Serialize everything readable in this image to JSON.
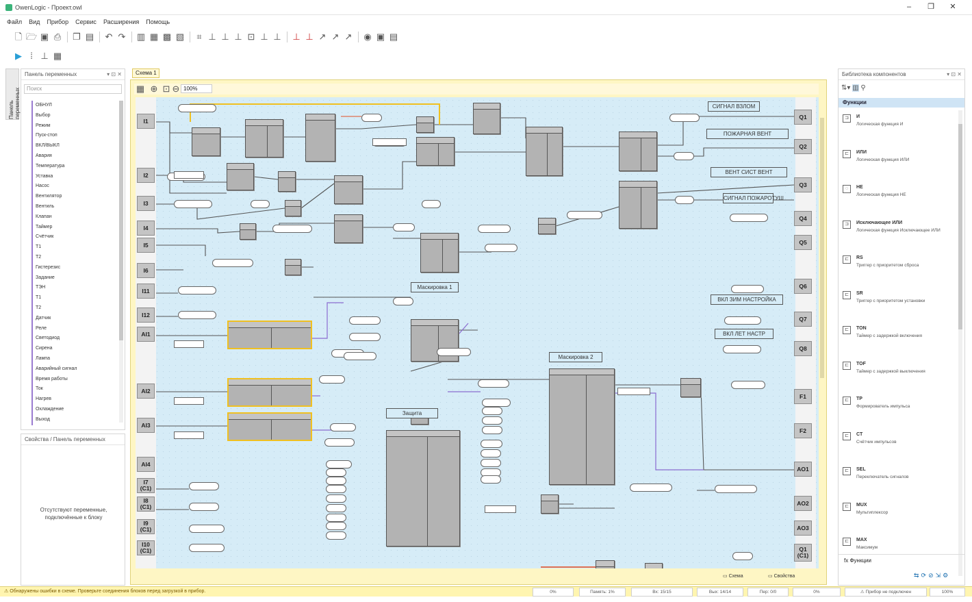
{
  "window": {
    "title": "OwenLogic - Проект.owl",
    "controls": [
      "‒",
      "❐",
      "✕"
    ]
  },
  "menu": [
    "Файл",
    "Вид",
    "Прибор",
    "Сервис",
    "Расширения",
    "Помощь"
  ],
  "left_panel": {
    "title": "Панель переменных",
    "search_placeholder": "Поиск",
    "items": [
      "ОБНУЛ",
      "Выбор",
      "Режим",
      "Пуск-стоп",
      "ВКЛ/ВЫКЛ",
      "Авария",
      "Температура",
      "Уставка",
      "Насос",
      "Вентилятор",
      "Вентиль",
      "Клапан",
      "Таймер",
      "Счётчик",
      "T1",
      "T2",
      "Гистерезис",
      "Задание",
      "ТЭН",
      "Т1",
      "Т2",
      "Датчик",
      "Реле",
      "Светодиод",
      "Сирена",
      "Лампа",
      "Аварийный сигнал",
      "Время работы",
      "Ток",
      "Нагрев",
      "Охлаждение",
      "Выход"
    ],
    "info_title": "Свойства / Панель переменных",
    "info_msg": "Отсутствуют переменные, подключённые к блоку"
  },
  "left_strip_label": "Панель переменных",
  "doc_tab": "Схема 1",
  "canvas": {
    "zoom": "100%",
    "inputs": [
      "I1",
      "I2",
      "I3",
      "I4",
      "I5",
      "I6",
      "I11",
      "I12",
      "AI1",
      "AI2",
      "AI3",
      "AI4",
      "I7\n(C1)",
      "I8\n(C1)",
      "I9\n(C1)",
      "I10\n(C1)"
    ],
    "outputs": [
      "Q1",
      "Q2",
      "Q3",
      "Q4",
      "Q5",
      "Q6",
      "Q7",
      "Q8",
      "F1",
      "F2",
      "AO1",
      "AO2",
      "AO3",
      "Q1\n(C1)"
    ],
    "labels": [
      "СИГНАЛ ВЗЛОМ",
      "ПОЖАРНАЯ ВЕНТ",
      "ВЕНТ СИСТ ВЕНТ",
      "СИГНАЛ ПОЖАРОТУШ",
      "ВКЛ ЗИМ НАСТРОЙКА",
      "ВКЛ ЛЕТ НАСТР",
      "Маскировка 1",
      "Маскировка 2",
      "Защита"
    ]
  },
  "right_panel": {
    "title": "Библиотека компонентов",
    "head": "Функции",
    "items": [
      {
        "name": "И",
        "desc": "Логическая функция И"
      },
      {
        "name": "ИЛИ",
        "desc": "Логическая функция ИЛИ"
      },
      {
        "name": "НЕ",
        "desc": "Логическая функция НЕ"
      },
      {
        "name": "Исключающее ИЛИ",
        "desc": "Логическая функция Исключающее ИЛИ"
      },
      {
        "name": "RS",
        "desc": "Триггер с приоритетом сброса"
      },
      {
        "name": "SR",
        "desc": "Триггер с приоритетом установки"
      },
      {
        "name": "TON",
        "desc": "Таймер с задержкой включения"
      },
      {
        "name": "TOF",
        "desc": "Таймер с задержкой выключения"
      },
      {
        "name": "TP",
        "desc": "Формирователь импульса"
      },
      {
        "name": "CT",
        "desc": "Счётчик импульсов"
      },
      {
        "name": "SEL",
        "desc": "Переключатель сигналов"
      },
      {
        "name": "MUX",
        "desc": "Мультиплексор"
      },
      {
        "name": "MAX",
        "desc": "Максимум"
      }
    ],
    "bottom": "Функции"
  },
  "bottom_tabs": [
    "Схема",
    "Свойства"
  ],
  "status": {
    "warning": "⚠ Обнаружены ошибки в схеме. Проверьте соединения блоков перед загрузкой в прибор.",
    "cells": [
      "0%",
      "Память: 1%",
      "Вх: 15/15",
      "Вых: 14/14",
      "Пер: 0/0",
      "0%",
      "⚠ Прибор не подключен",
      "100%"
    ]
  },
  "colors": {
    "canvas": "#d6ecf7",
    "frame": "#fef6c4",
    "highlight": "#f0c020",
    "wire": "#555555",
    "wire_signal": "#8a6bd0"
  }
}
